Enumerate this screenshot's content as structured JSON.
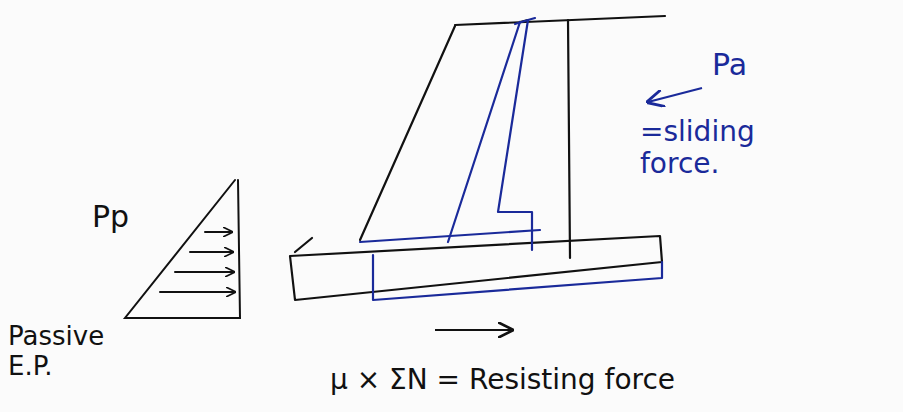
{
  "diagram": {
    "labels": [
      "Pp",
      "Passive E.P.",
      "Pa",
      "=sliding force.",
      "μ × ΣN = Resisting force"
    ]
  }
}
